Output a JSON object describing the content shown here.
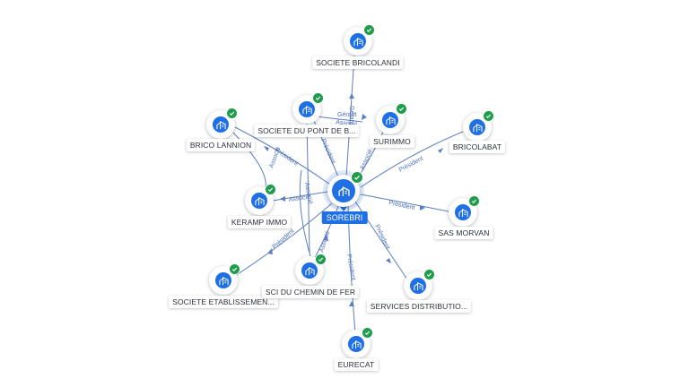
{
  "center": {
    "name": "SOREBRI"
  },
  "nodes": [
    {
      "id": "bricolandi",
      "name": "SOCIETE BRICOLANDI"
    },
    {
      "id": "pont",
      "name": "SOCIETE DU PONT DE B..."
    },
    {
      "id": "surimmo",
      "name": "SURIMMO"
    },
    {
      "id": "bricolabat",
      "name": "BRICOLABAT"
    },
    {
      "id": "lannion",
      "name": "BRICO LANNION"
    },
    {
      "id": "keramp",
      "name": "KERAMP IMMO"
    },
    {
      "id": "morvan",
      "name": "SAS MORVAN"
    },
    {
      "id": "etab",
      "name": "SOCIETE ETABLISSEMEN..."
    },
    {
      "id": "sci",
      "name": "SCI DU CHEMIN DE FER"
    },
    {
      "id": "services",
      "name": "SERVICES DISTRIBUTIO..."
    },
    {
      "id": "eurecat",
      "name": "EURECAT"
    }
  ],
  "edge_labels": {
    "gerant": "Gérant",
    "associe": "Associé",
    "president": "Président"
  },
  "colors": {
    "node_fill": "#1f6fe5",
    "check": "#1f9d4c",
    "edge": "#5b7fbf"
  }
}
